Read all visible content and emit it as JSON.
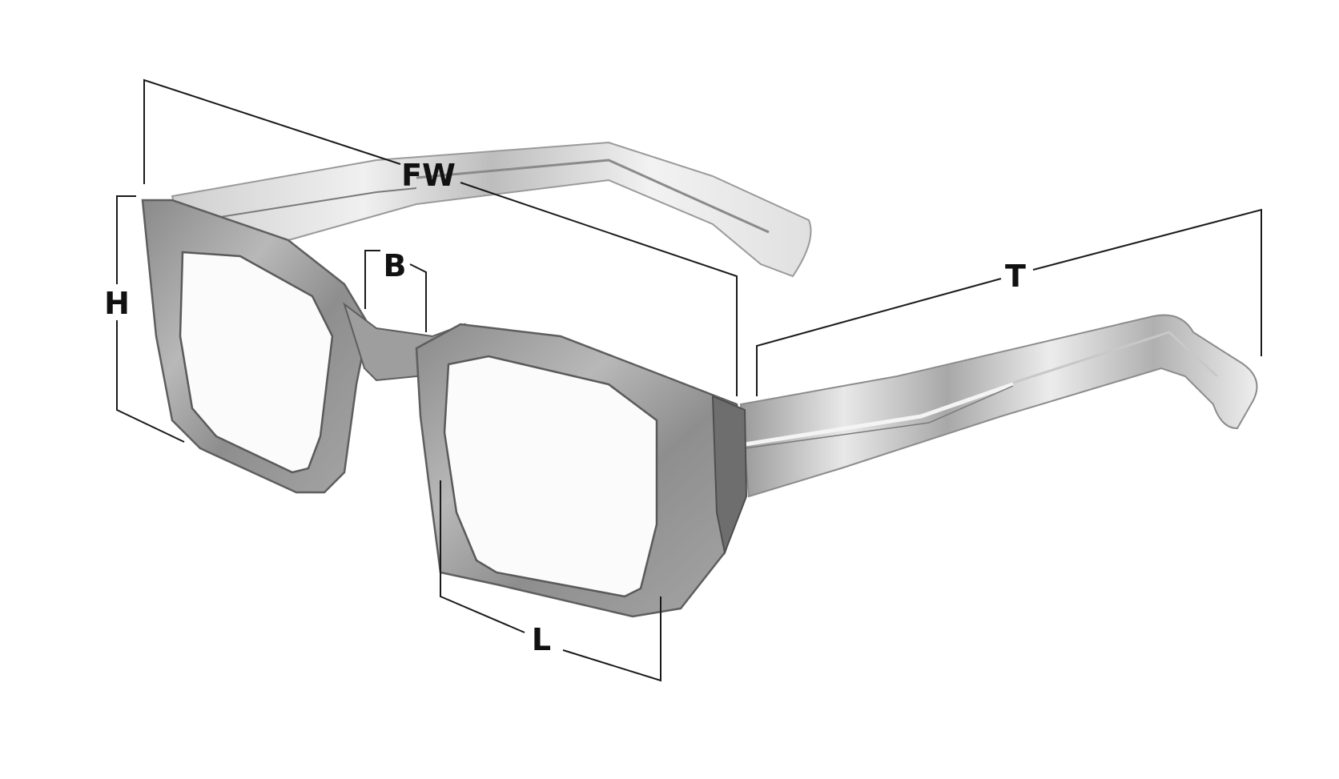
{
  "diagram": {
    "labels": {
      "frame_width": "FW",
      "height": "H",
      "bridge": "B",
      "lens_width": "L",
      "temple_length": "T"
    },
    "colors": {
      "frame_dark": "#7d7d7d",
      "frame_mid": "#a9a9a9",
      "frame_light": "#d4d4d4",
      "lens": "#fbfbfb",
      "dimension_line": "#1a1a1a",
      "background": "#ffffff"
    }
  }
}
